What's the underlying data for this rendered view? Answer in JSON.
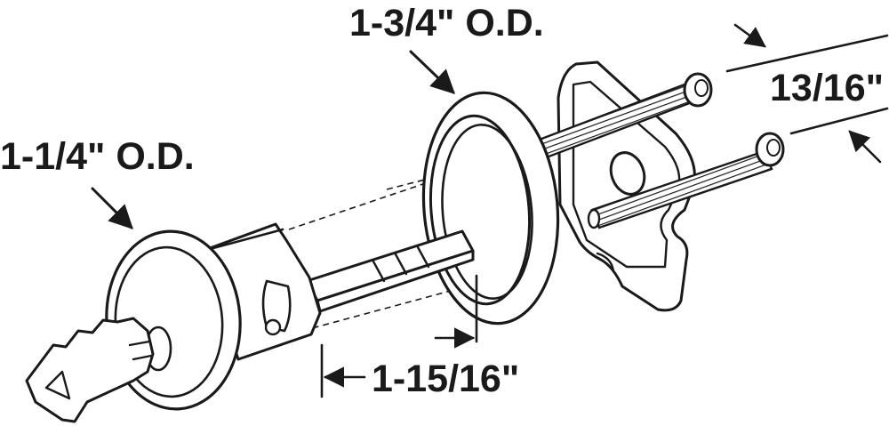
{
  "diagram": {
    "labels": {
      "cylinder_od": "1-1/4\" O.D.",
      "trim_ring_od": "1-3/4\" O.D.",
      "screw_spacing": "13/16\"",
      "tailpiece_length": "1-15/16\""
    }
  }
}
